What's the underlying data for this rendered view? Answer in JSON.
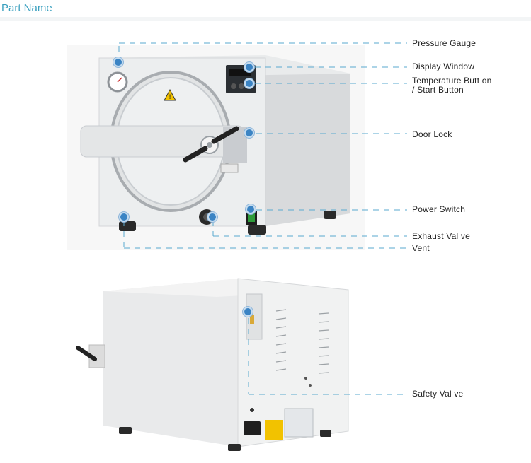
{
  "header": {
    "title": "Part Name"
  },
  "labels": {
    "pressure_gauge": "Pressure Gauge",
    "display_window": "Display Window",
    "temperature_button_1": "Temperature Butt on",
    "temperature_button_2": "/ Start Button",
    "door_lock": "Door Lock",
    "power_switch": "Power Switch",
    "exhaust_valve": "Exhaust Val ve",
    "vent": "Vent",
    "safety_valve": "Safety Val ve"
  },
  "colors": {
    "title": "#3aa0bf",
    "leader_line": "#5aa9cf",
    "pin": "#3b84c4"
  }
}
